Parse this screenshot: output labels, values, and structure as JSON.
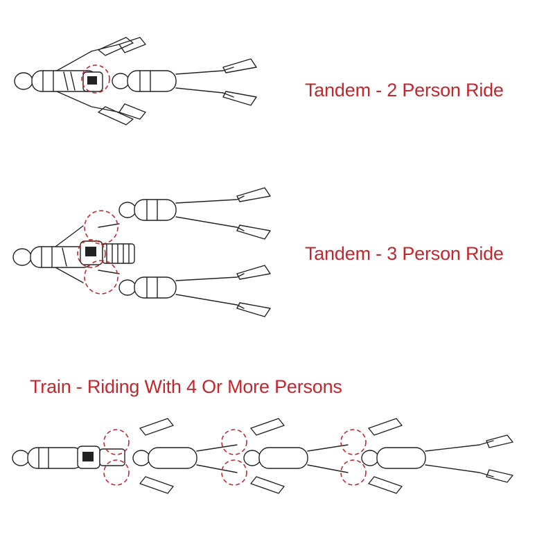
{
  "accent_color": "#c1272d",
  "ink_color": "#222222",
  "panels": {
    "two_person": {
      "caption": "Tandem - 2 Person Ride",
      "divers": 2
    },
    "three_person": {
      "caption": "Tandem - 3 Person Ride",
      "divers": 3
    },
    "train": {
      "caption": "Train - Riding With 4 Or More Persons",
      "divers": 4
    }
  },
  "icons": [
    "diver-icon",
    "scooter-icon",
    "dashed-circle-highlight"
  ]
}
